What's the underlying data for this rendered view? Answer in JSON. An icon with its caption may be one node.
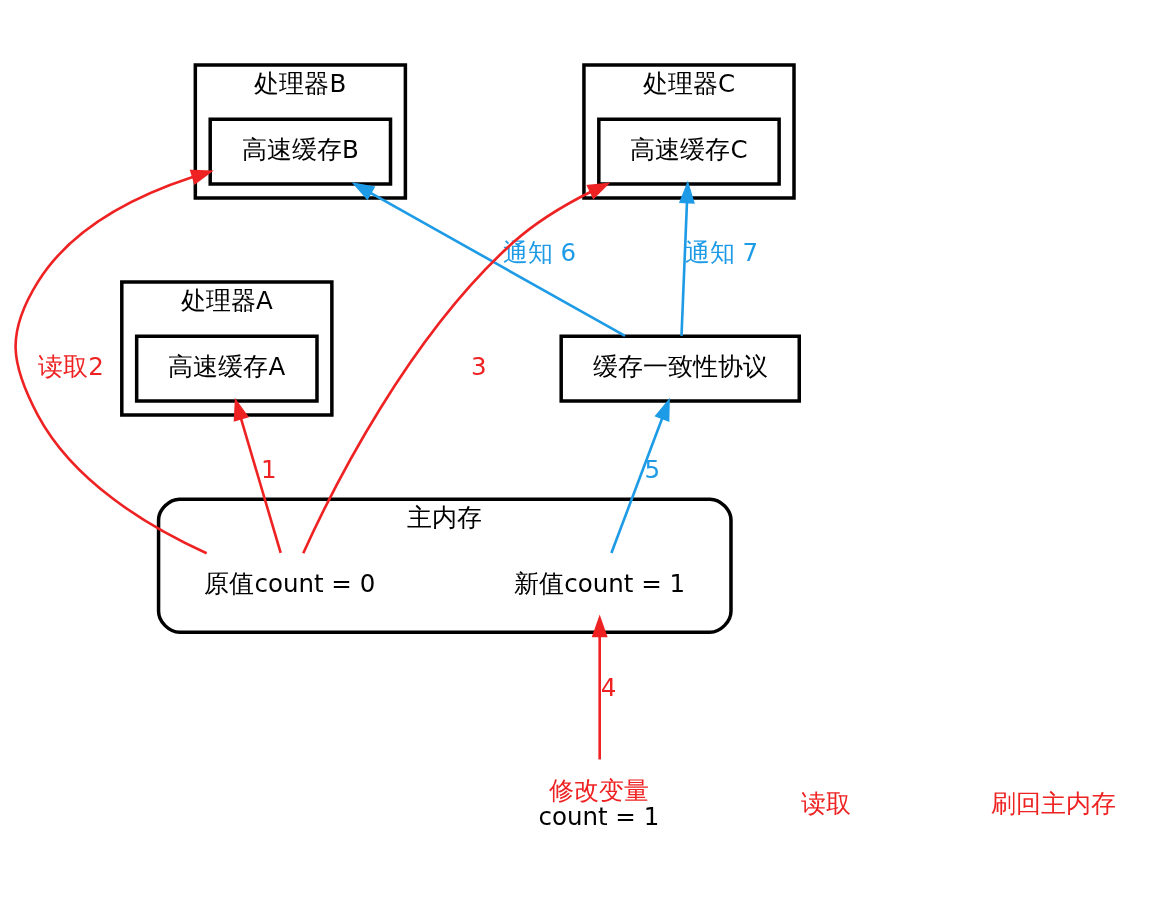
{
  "diagram": {
    "nodes": [
      {
        "text": [
          "处理器A"
        ]
      },
      {
        "text": [
          "高速缓存A"
        ],
        "in": 0
      },
      {
        "text": [
          "处理器B"
        ]
      },
      {
        "text": [
          "高速缓存B"
        ],
        "in": 2
      },
      {
        "text": [
          "处理器C"
        ]
      },
      {
        "text": [
          "高速缓存C"
        ],
        "in": 4
      },
      {
        "text": [
          "缓存一致性协议"
        ]
      },
      {
        "text": [
          "主内存"
        ]
      },
      {
        "text": [
          "新值count = 1"
        ],
        "in": 7
      },
      {
        "text": [
          "原值count = 0"
        ],
        "in": 7
      },
      {
        "text": [
          "修改变量",
          "count = 1"
        ]
      }
    ],
    "edges": [
      {
        "from": 9,
        "to": 1,
        "arrow": "to",
        "label": "1"
      },
      {
        "from": 9,
        "to": 3,
        "arrow": "to",
        "label": "读取2"
      },
      {
        "from": 9,
        "to": 5,
        "arrow": "to",
        "label": "3"
      },
      {
        "from": 10,
        "to": 8,
        "arrow": "to",
        "label": "4"
      },
      {
        "from": 8,
        "to": 6,
        "arrow": "to",
        "label": "5",
        "color": "#1e9be6"
      },
      {
        "from": 6,
        "to": 3,
        "arrow": "to",
        "label": "通知 6",
        "color": "#1e9be6"
      },
      {
        "from": 6,
        "to": 5,
        "arrow": "to",
        "label": "通知 7",
        "color": "#1e9be6"
      }
    ],
    "labels": [
      "读取",
      "刷回主内存"
    ]
  }
}
